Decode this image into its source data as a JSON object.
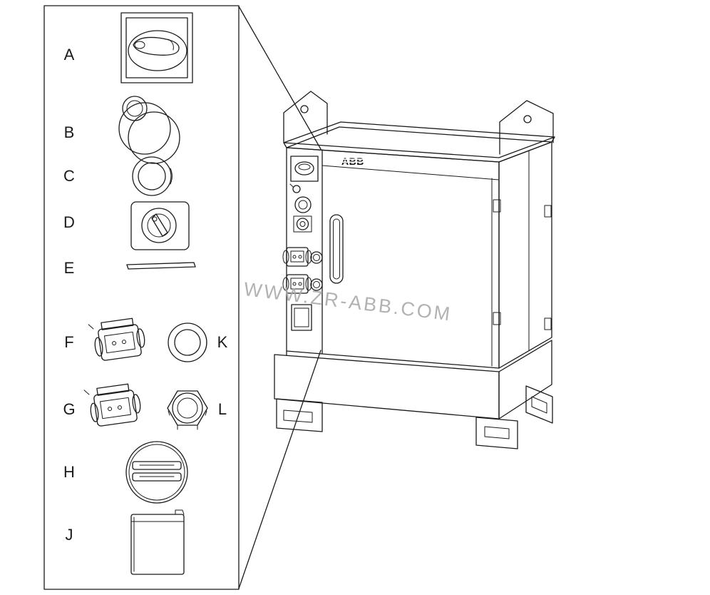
{
  "figure": {
    "watermark": "WWW.ZR-ABB.COM",
    "brand_logo": "ABB",
    "callout": {
      "labels": [
        "A",
        "B",
        "C",
        "D",
        "E",
        "F",
        "G",
        "H",
        "J",
        "K",
        "L"
      ]
    }
  }
}
